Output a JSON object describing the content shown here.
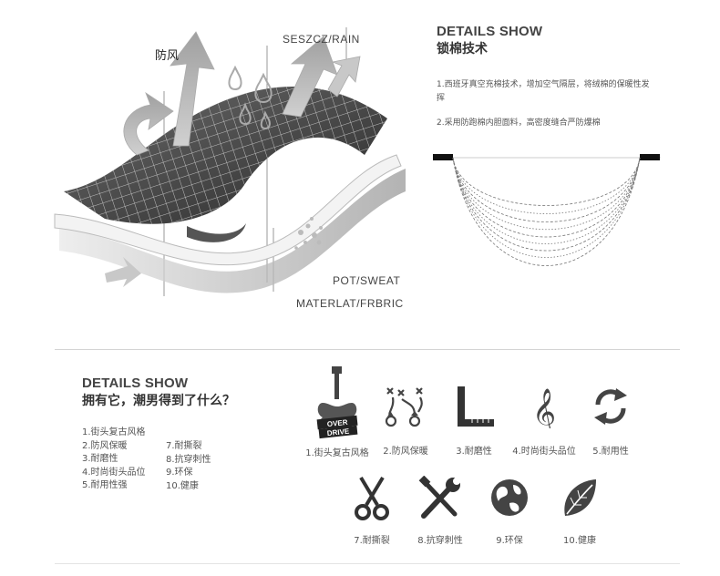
{
  "diagram": {
    "label_windproof": "防风",
    "label_rain": "SESZCZ/RAIN",
    "label_sweat": "POT/SWEAT",
    "label_material": "MATERLAT/FRBRIC"
  },
  "top_details": {
    "title": "DETAILS SHOW",
    "subtitle": "锁棉技术",
    "point1": "1.西班牙真空充棉技术，增加空气隔层，将绒棉的保暖性发挥",
    "point2": "2.采用防跑棉内胆面料，高密度缝合严防爆棉"
  },
  "bottom_details": {
    "title": "DETAILS SHOW",
    "subtitle": "拥有它，潮男得到了什么？",
    "list_col1": [
      "1.街头复古风格",
      "2.防风保暖",
      "3.耐磨性",
      "4.时尚街头品位",
      "5.耐用性强"
    ],
    "list_col2": [
      "7.耐撕裂",
      "8.抗穿刺性",
      "9.环保",
      "10.健康"
    ]
  },
  "features": [
    {
      "label": "1.街头复古风格",
      "icon": "guitar-overdrive-icon"
    },
    {
      "label": "2.防风保暖",
      "icon": "play-diagram-icon"
    },
    {
      "label": "3.耐磨性",
      "icon": "ruler-square-icon"
    },
    {
      "label": "4.时尚街头品位",
      "icon": "treble-clef-icon"
    },
    {
      "label": "5.耐用性",
      "icon": "recycle-arrows-icon"
    },
    {
      "label": "7.耐撕裂",
      "icon": "scissors-icon"
    },
    {
      "label": "8.抗穿刺性",
      "icon": "wrench-screwdriver-icon"
    },
    {
      "label": "9.环保",
      "icon": "globe-icon"
    },
    {
      "label": "10.健康",
      "icon": "leaf-icon"
    }
  ],
  "guitar_badge": {
    "line1": "OVER",
    "line2": "DRIVE"
  }
}
